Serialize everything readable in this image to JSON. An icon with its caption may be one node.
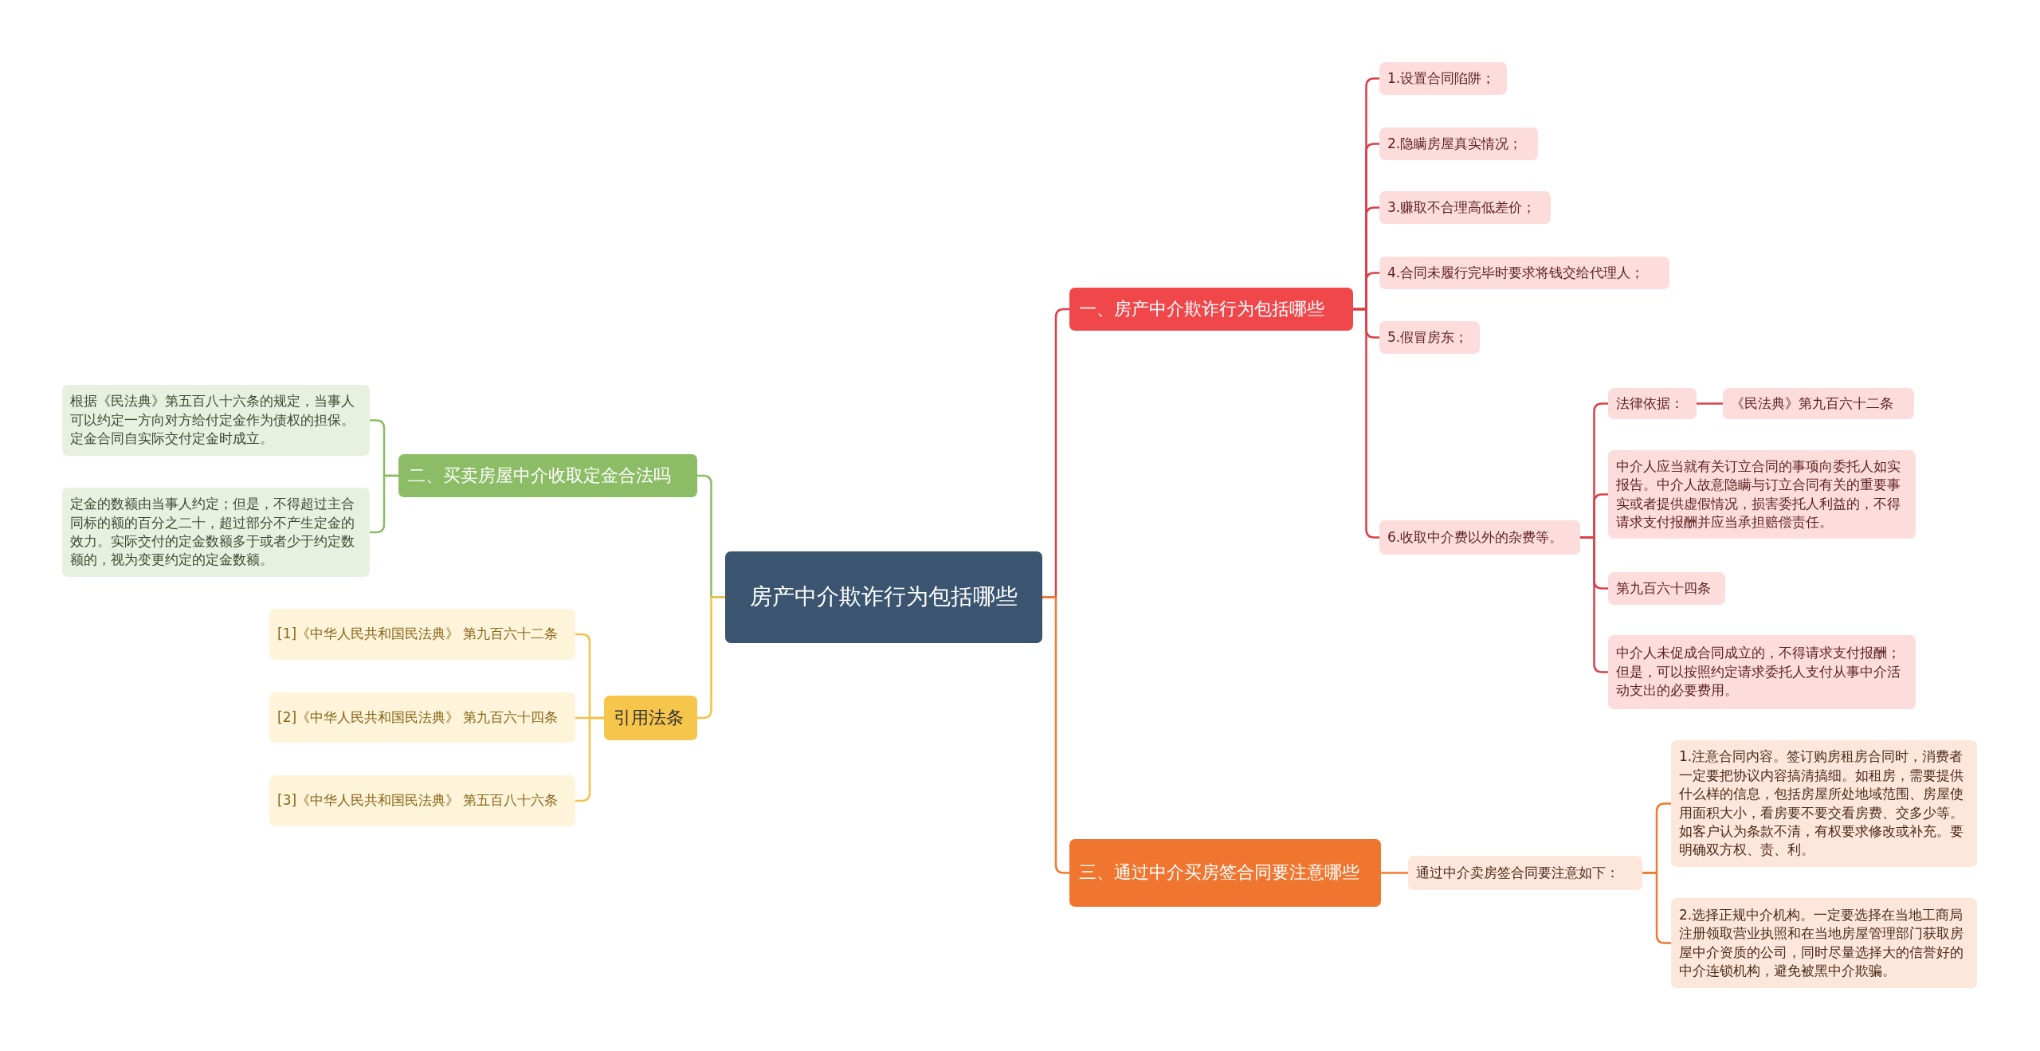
{
  "diagram": {
    "nodes": [
      {
        "text": [
          "房产中介欺诈行为包括哪些"
        ]
      },
      {
        "text": [
          "一、房产中介欺诈行为包括哪些"
        ]
      },
      {
        "text": [
          "1.设置合同陷阱；"
        ]
      },
      {
        "text": [
          "2.隐瞒房屋真实情况；"
        ]
      },
      {
        "text": [
          "3.赚取不合理高低差价；"
        ]
      },
      {
        "text": [
          "4.合同未履行完毕时要求将钱交给代理人；"
        ]
      },
      {
        "text": [
          "5.假冒房东；"
        ]
      },
      {
        "text": [
          "6.收取中介费以外的杂费等。"
        ]
      },
      {
        "text": [
          "法律依据："
        ]
      },
      {
        "text": [
          "《民法典》第九百六十二条"
        ]
      },
      {
        "text": [
          "中介人应当就有关订立合同的事项向委托人如实报告。中介人故意隐瞒与订立合同有关的重要事实或者提供虚假情况，损害委托人利益的，不得请求支付报酬并应当承担赔偿责任。"
        ]
      },
      {
        "text": [
          "第九百六十四条"
        ]
      },
      {
        "text": [
          "中介人未促成合同成立的，不得请求支付报酬；但是，可以按照约定请求委托人支付从事中介活动支出的必要费用。"
        ]
      },
      {
        "text": [
          "三、通过中介买房签合同要注意哪些"
        ]
      },
      {
        "text": [
          "通过中介卖房签合同要注意如下："
        ]
      },
      {
        "text": [
          "1.注意合同内容。签订购房租房合同时，消费者一定要把协议内容搞清搞细。如租房，需要提供什么样的信息，包括房屋所处地域范围、房屋使用面积大小，看房要不要交看房费、交多少等。如客户认为条款不清，有权要求修改或补充。要明确双方权、责、利。"
        ]
      },
      {
        "text": [
          "2.选择正规中介机构。一定要选择在当地工商局注册领取营业执照和在当地房屋管理部门获取房屋中介资质的公司，同时尽量选择大的信誉好的中介连锁机构，避免被黑中介欺骗。"
        ]
      },
      {
        "text": [
          "二、买卖房屋中介收取定金合法吗"
        ]
      },
      {
        "text": [
          "根据《民法典》第五百八十六条的规定，当事人可以约定一方向对方给付定金作为债权的担保。定金合同自实际交付定金时成立。"
        ]
      },
      {
        "text": [
          "定金的数额由当事人约定；但是，不得超过主合同标的额的百分之二十，超过部分不产生定金的效力。实际交付的定金数额多于或者少于约定数额的，视为变更约定的定金数额。"
        ]
      },
      {
        "text": [
          "引用法条"
        ]
      },
      {
        "text": [
          "[1]《中华人民共和国民法典》 第九百六十二条"
        ]
      },
      {
        "text": [
          "[2]《中华人民共和国民法典》 第九百六十四条"
        ]
      },
      {
        "text": [
          "[3]《中华人民共和国民法典》 第五百八十六条"
        ]
      }
    ],
    "edges": [
      {
        "from": 0,
        "to": 1,
        "arrow": "none"
      },
      {
        "from": 1,
        "to": 2,
        "arrow": "none"
      },
      {
        "from": 1,
        "to": 3,
        "arrow": "none"
      },
      {
        "from": 1,
        "to": 4,
        "arrow": "none"
      },
      {
        "from": 1,
        "to": 5,
        "arrow": "none"
      },
      {
        "from": 1,
        "to": 6,
        "arrow": "none"
      },
      {
        "from": 1,
        "to": 7,
        "arrow": "none"
      },
      {
        "from": 7,
        "to": 8,
        "arrow": "none"
      },
      {
        "from": 8,
        "to": 9,
        "arrow": "none"
      },
      {
        "from": 7,
        "to": 10,
        "arrow": "none"
      },
      {
        "from": 7,
        "to": 11,
        "arrow": "none"
      },
      {
        "from": 7,
        "to": 12,
        "arrow": "none"
      },
      {
        "from": 0,
        "to": 13,
        "arrow": "none",
        "color": "#f07a30"
      },
      {
        "from": 13,
        "to": 14,
        "arrow": "none",
        "color": "#f07a30"
      },
      {
        "from": 14,
        "to": 15,
        "arrow": "none",
        "color": "#f07a30"
      },
      {
        "from": 14,
        "to": 16,
        "arrow": "none",
        "color": "#f07a30"
      },
      {
        "from": 0,
        "to": 17,
        "arrow": "none",
        "color": "#8bbd64"
      },
      {
        "from": 17,
        "to": 18,
        "arrow": "none",
        "color": "#8bbd64"
      },
      {
        "from": 17,
        "to": 19,
        "arrow": "none",
        "color": "#8bbd64"
      },
      {
        "from": 0,
        "to": 20,
        "arrow": "none",
        "color": "#f4c24a"
      },
      {
        "from": 20,
        "to": 21,
        "arrow": "none",
        "color": "#f4c24a"
      },
      {
        "from": 20,
        "to": 22,
        "arrow": "none",
        "color": "#f4c24a"
      },
      {
        "from": 20,
        "to": 23,
        "arrow": "none",
        "color": "#f4c24a"
      }
    ]
  }
}
